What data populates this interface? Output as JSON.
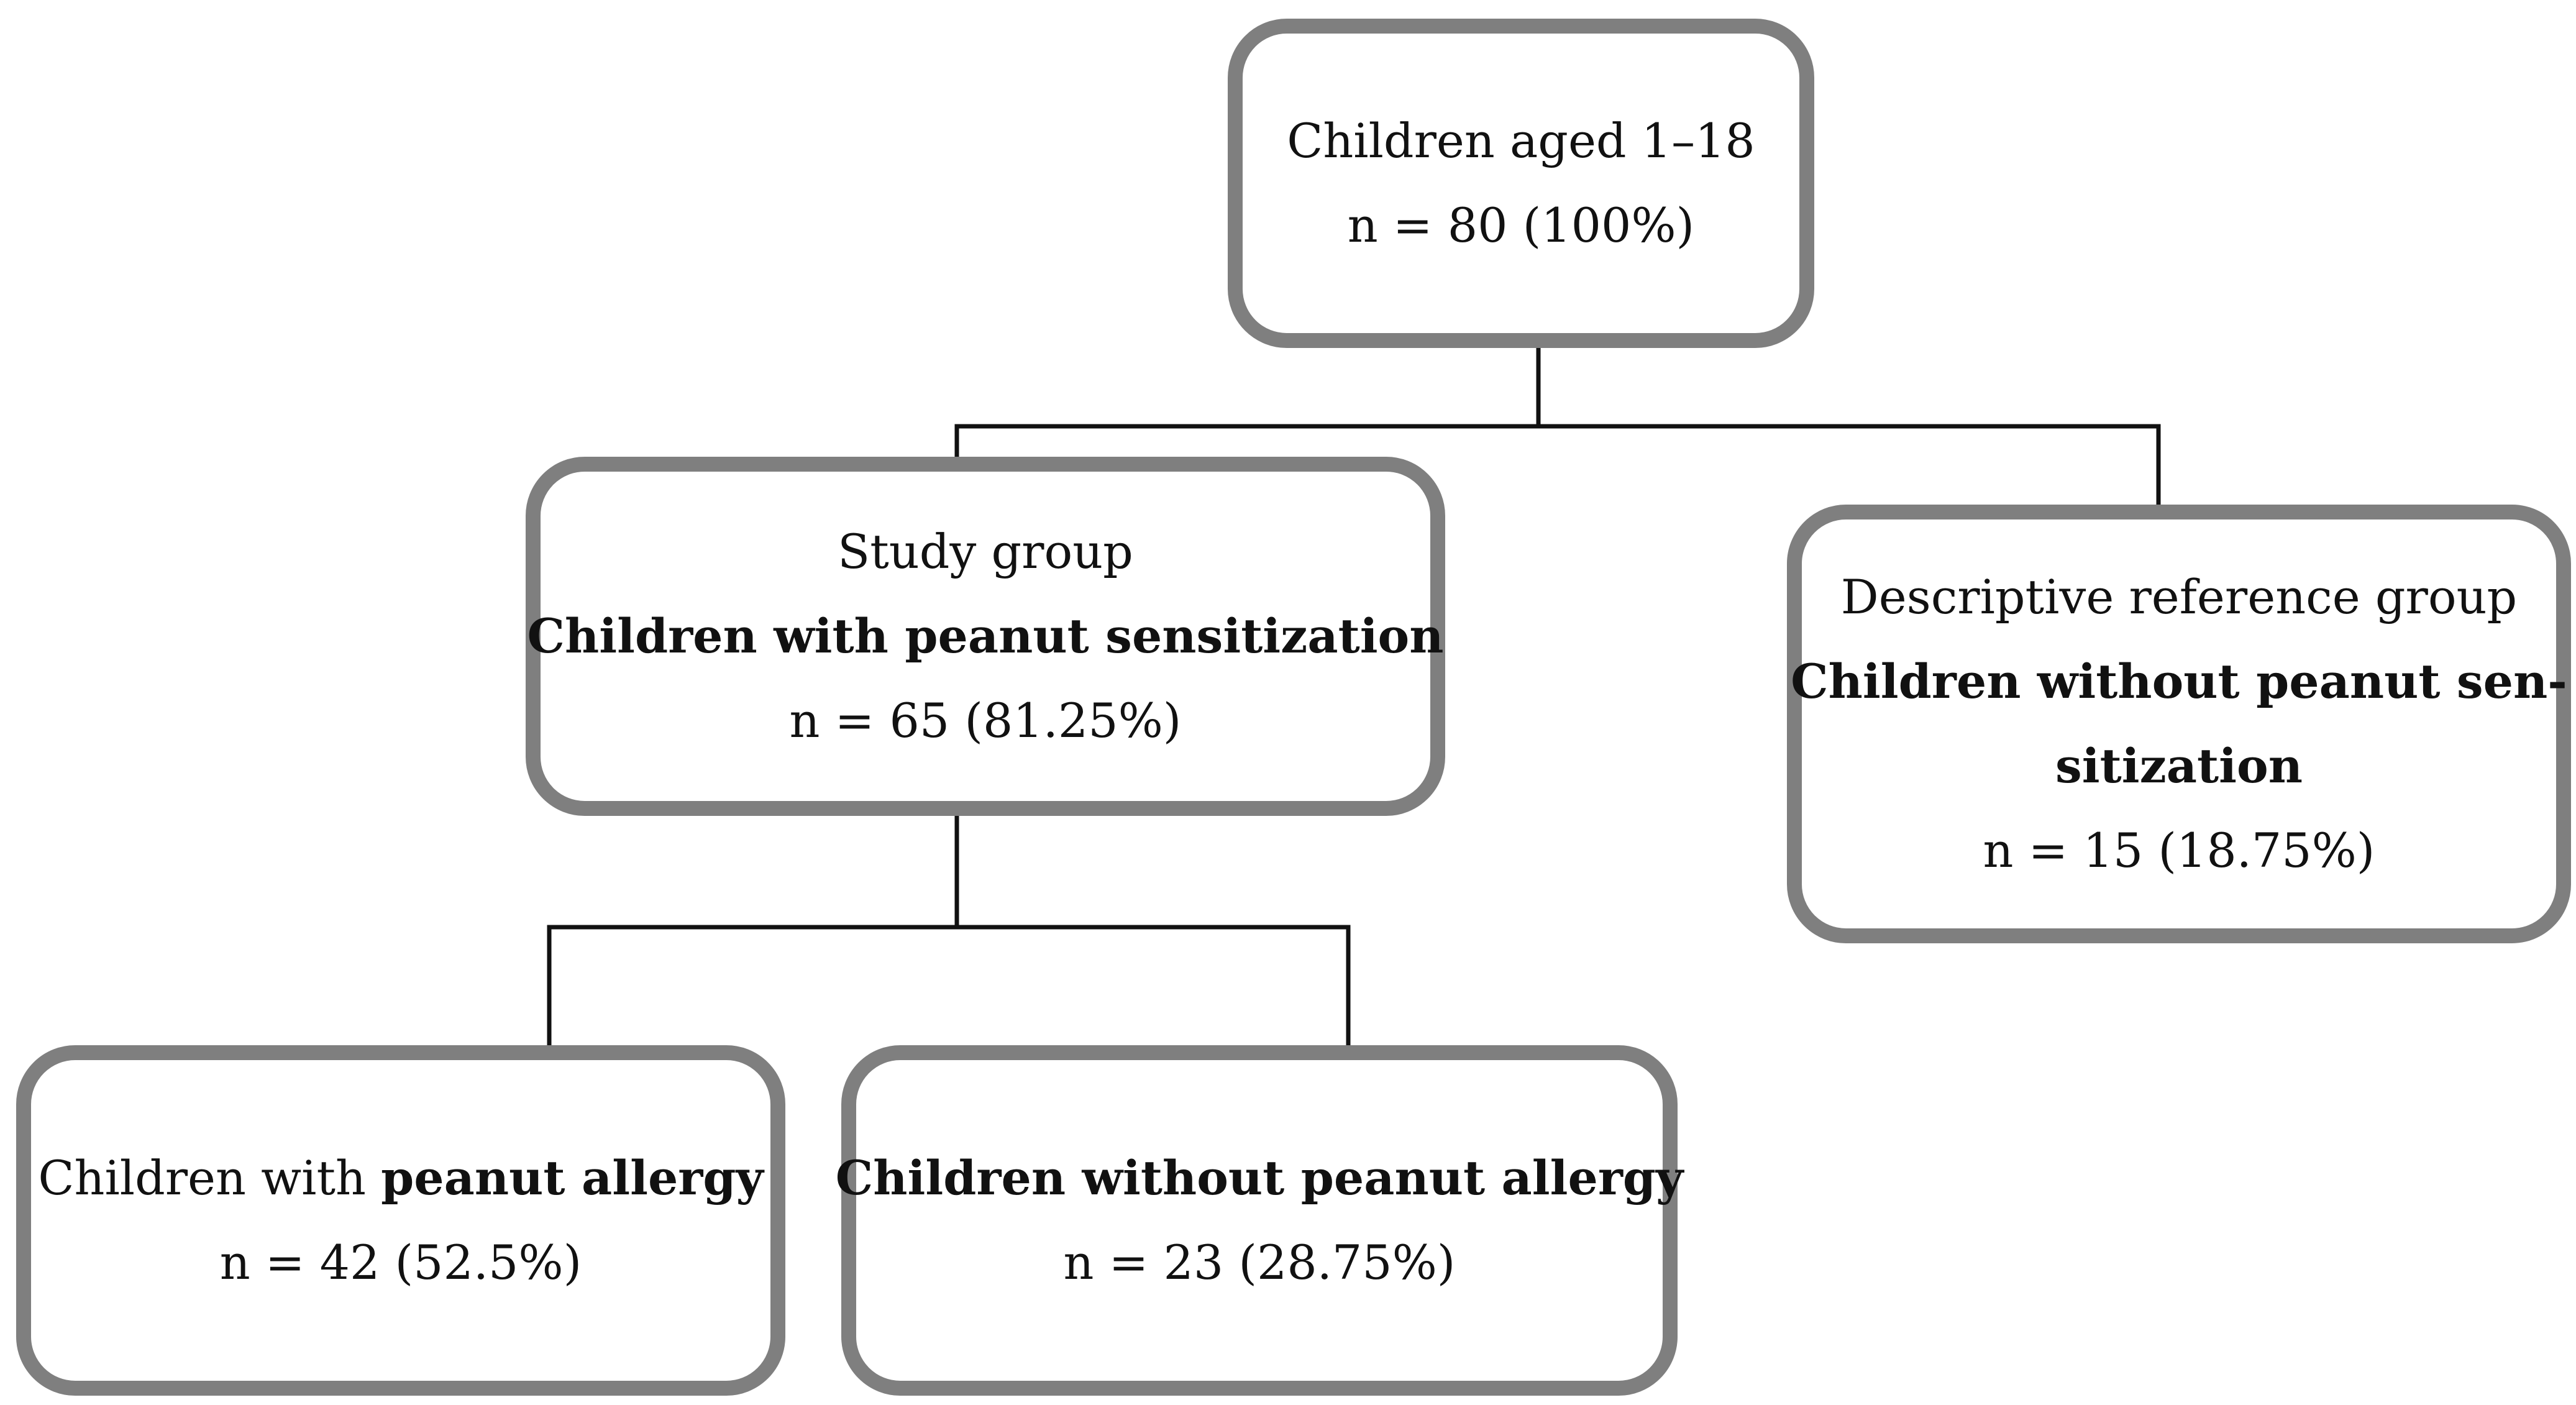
{
  "diagram": {
    "root": {
      "line1": "Children aged 1–18",
      "line2": "n = 80 (100%)"
    },
    "study": {
      "line1": "Study group",
      "line2": "Children with peanut sensitization",
      "line3": "n = 65 (81.25%)"
    },
    "reference": {
      "line1": "Descriptive reference group",
      "line2": "Children without peanut sen-",
      "line3": "sitization",
      "line4": "n = 15 (18.75%)"
    },
    "allergy": {
      "prefix": "Children with ",
      "bold": "peanut allergy",
      "count": "n = 42 (52.5%)"
    },
    "no_allergy": {
      "line1": "Children without peanut allergy",
      "count": "n = 23 (28.75%)"
    }
  }
}
